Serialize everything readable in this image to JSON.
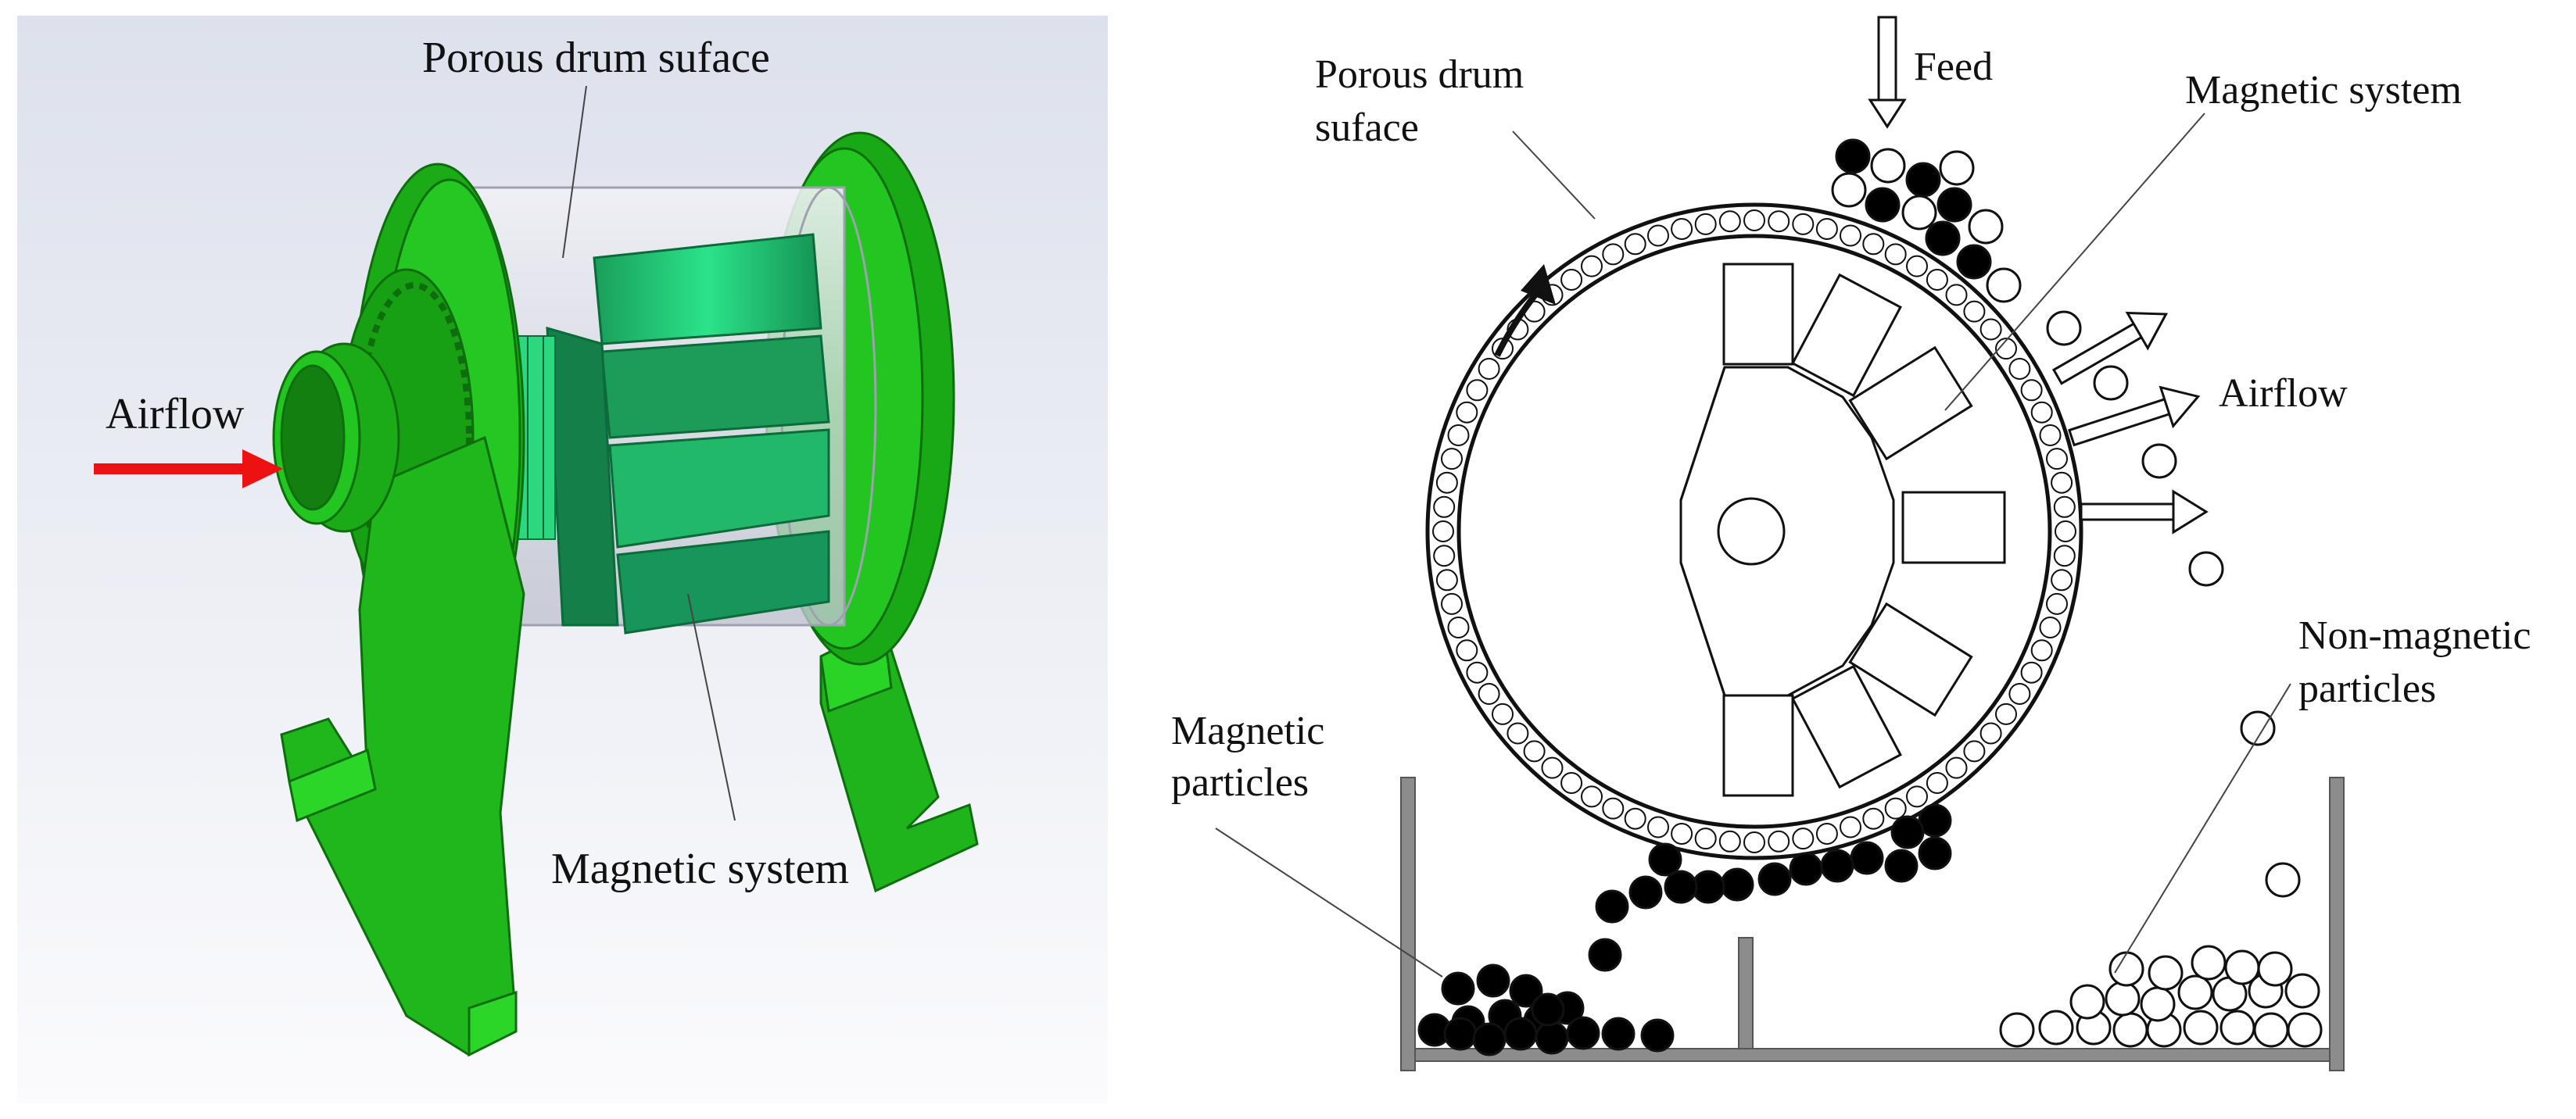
{
  "left_panel": {
    "labels": {
      "porous_drum": "Porous drum suface",
      "airflow": "Airflow",
      "magnetic_system": "Magnetic system"
    }
  },
  "right_panel": {
    "labels": {
      "porous_drum_line1": "Porous drum",
      "porous_drum_line2": "suface",
      "feed": "Feed",
      "magnetic_system": "Magnetic system",
      "airflow": "Airflow",
      "non_magnetic_line1": "Non-magnetic",
      "non_magnetic_line2": "particles",
      "magnetic_line1": "Magnetic",
      "magnetic_line2": "particles"
    }
  },
  "colors": {
    "housing_green": "#22c21f",
    "housing_green_dark": "#138a12",
    "magnet_green": "#1fd67a",
    "airflow_arrow": "#ee1111",
    "background_left": "#eef0f5",
    "magnetic_particle": "#000000",
    "non_magnetic_particle": "#ffffff",
    "bin_wall": "#8c8c8c"
  }
}
